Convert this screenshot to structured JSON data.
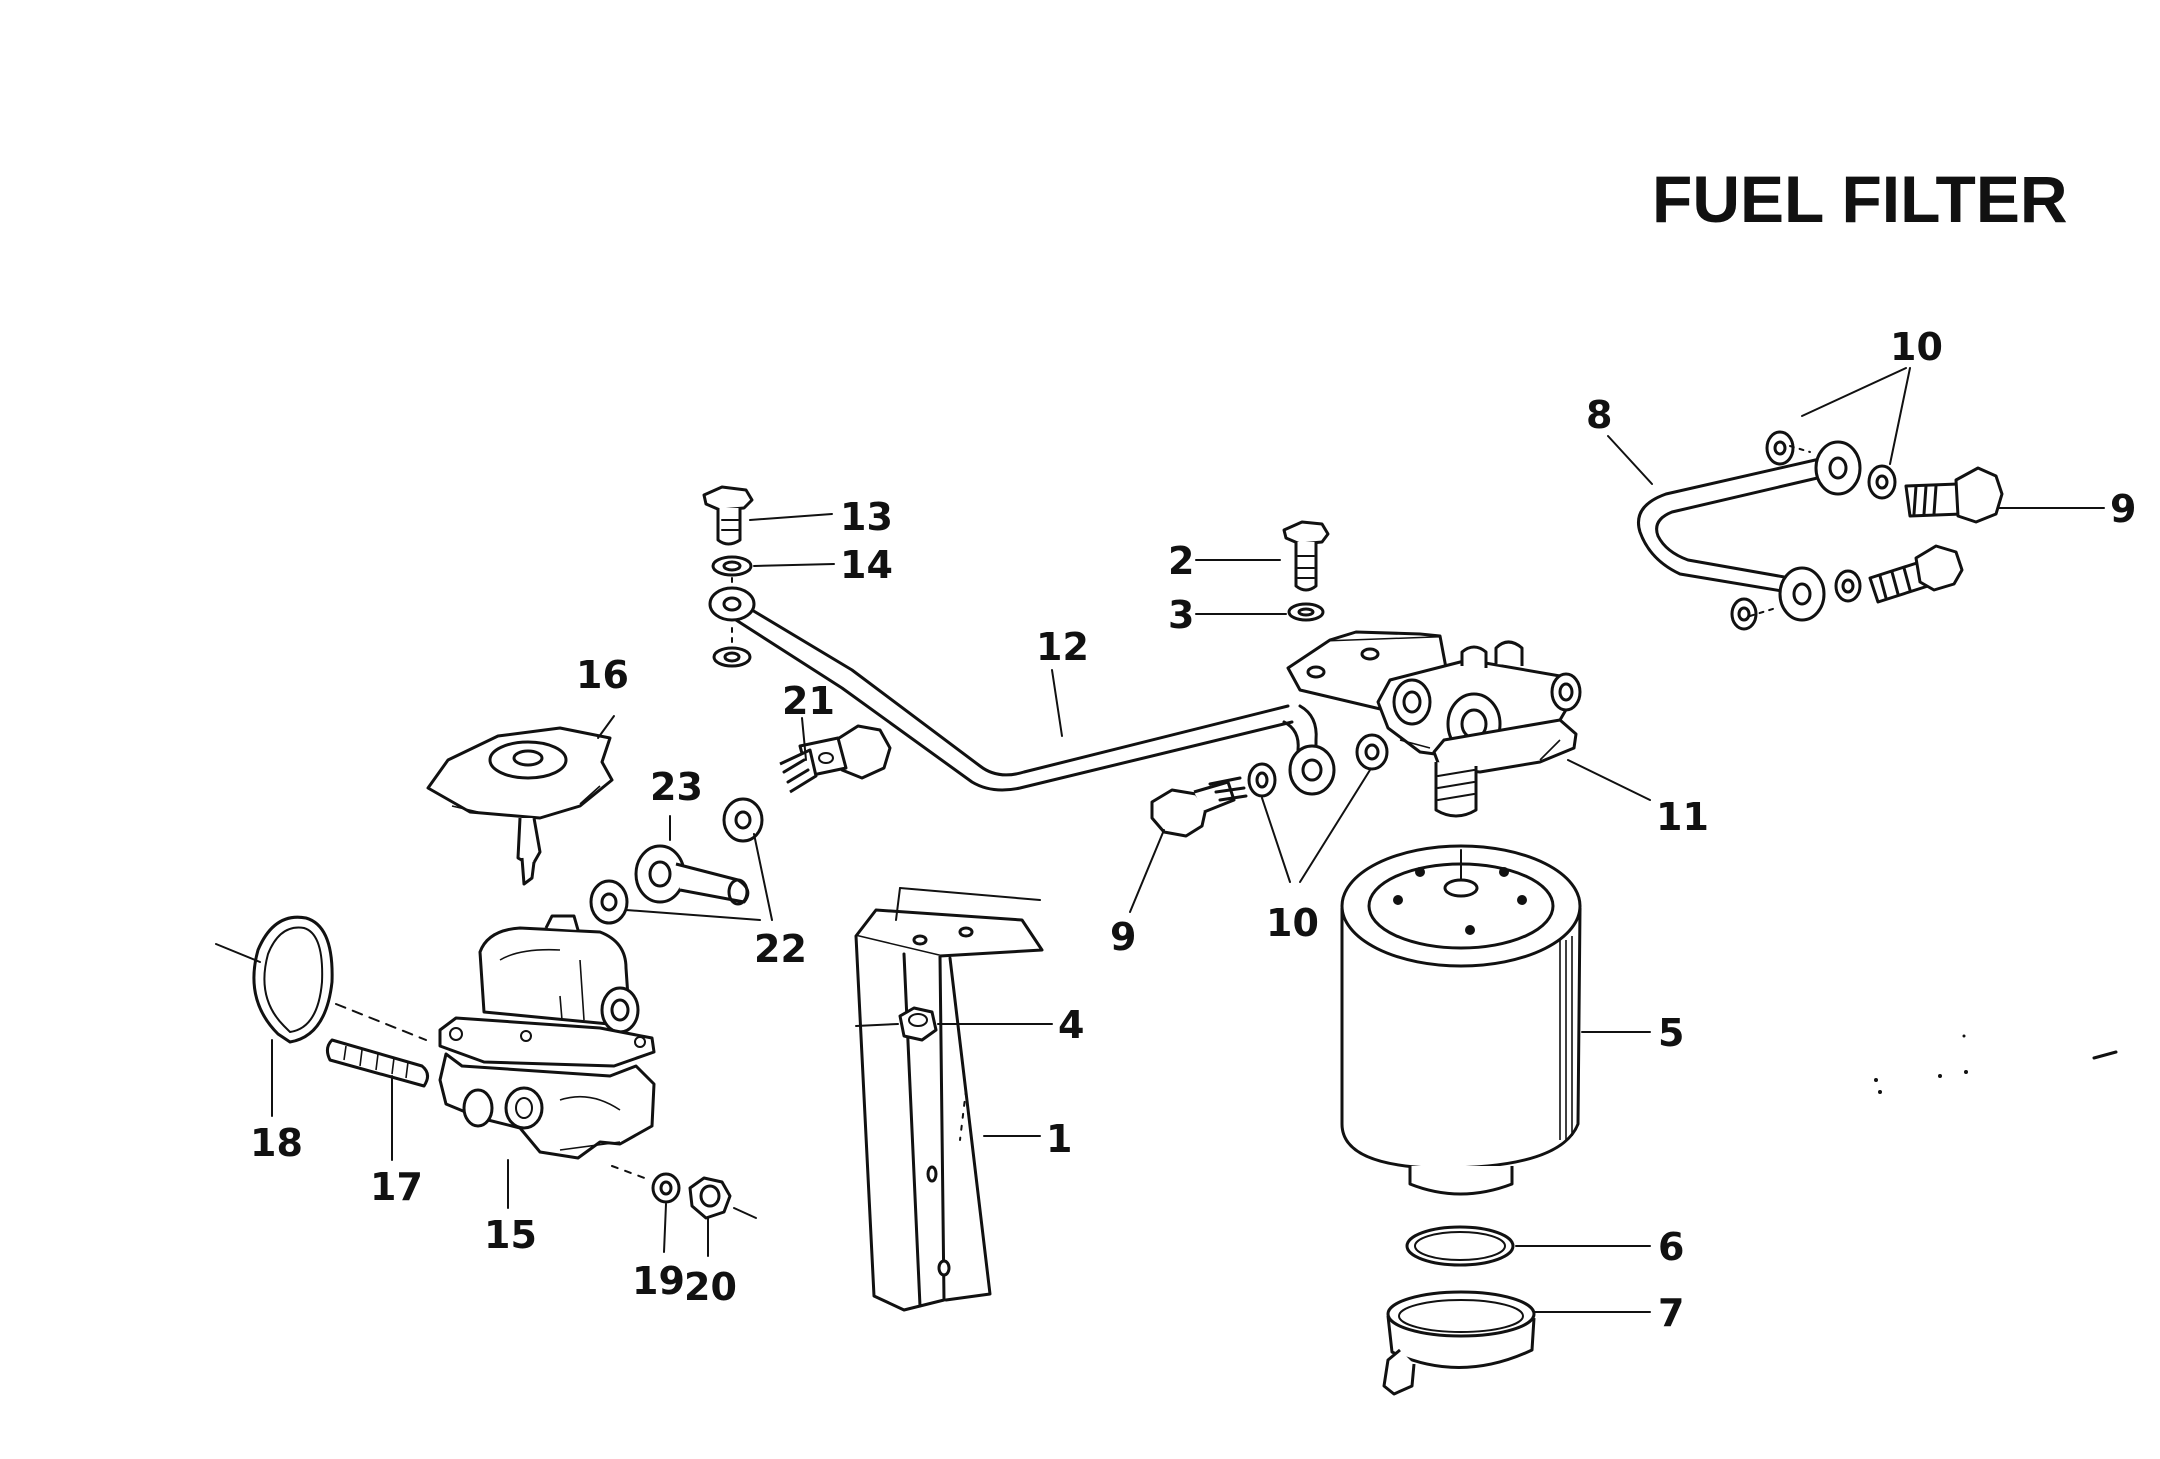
{
  "title": "FUEL FILTER",
  "callouts": {
    "c1": "1",
    "c2": "2",
    "c3": "3",
    "c4": "4",
    "c5": "5",
    "c6": "6",
    "c7": "7",
    "c8": "8",
    "c9a": "9",
    "c9b": "9",
    "c10a": "10",
    "c10b": "10",
    "c11": "11",
    "c12": "12",
    "c13": "13",
    "c14": "14",
    "c15": "15",
    "c16": "16",
    "c17": "17",
    "c18": "18",
    "c19": "19",
    "c20": "20",
    "c21": "21",
    "c22": "22",
    "c23": "23"
  }
}
